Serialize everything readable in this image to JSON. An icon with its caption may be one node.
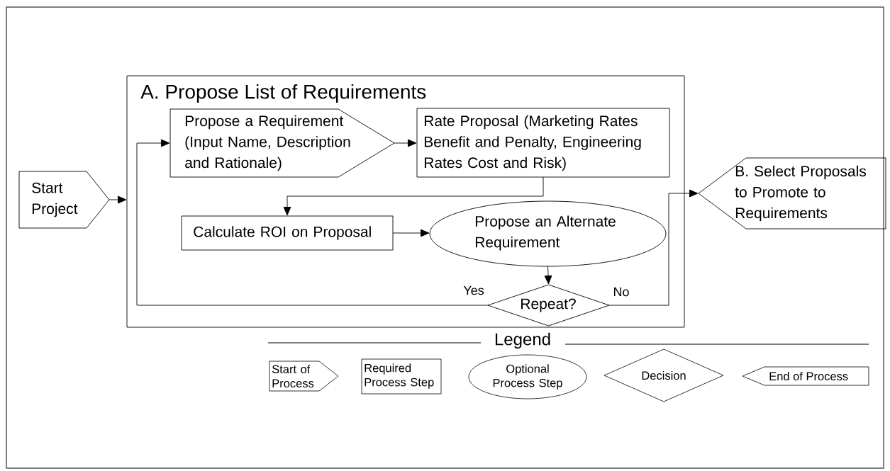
{
  "diagram": {
    "nodes": [
      {
        "text": [
          "Start Project"
        ]
      },
      {
        "text": [
          "A. Propose List of Requirements"
        ]
      },
      {
        "text": [
          "Propose a Requirement (Input Name, Description and Rationale)"
        ],
        "in": 1
      },
      {
        "text": [
          "Rate Proposal (Marketing Rates Benefit and Penalty, Engineering Rates Cost and Risk)"
        ],
        "in": 1
      },
      {
        "text": [
          "Calculate ROI on Proposal"
        ],
        "in": 1
      },
      {
        "text": [
          "Propose an Alternate Requirement"
        ],
        "in": 1
      },
      {
        "text": [
          "Repeat?"
        ],
        "in": 1
      },
      {
        "text": [
          "B. Select Proposals to Promote to Requirements"
        ]
      }
    ],
    "edges": [
      {
        "from": 0,
        "to": 1,
        "arrow": "to"
      },
      {
        "from": 2,
        "to": 3,
        "arrow": "to"
      },
      {
        "from": 3,
        "to": 4,
        "arrow": "to"
      },
      {
        "from": 4,
        "to": 5,
        "arrow": "to"
      },
      {
        "from": 5,
        "to": 6,
        "arrow": "to"
      },
      {
        "from": 6,
        "to": 2,
        "arrow": "to",
        "label": "Yes"
      },
      {
        "from": 6,
        "to": 7,
        "arrow": "to",
        "label": "No"
      }
    ],
    "labels": [
      "Legend"
    ],
    "legend": [
      {
        "text": "Start of Process"
      },
      {
        "text": "Required Process Step"
      },
      {
        "text": "Optional Process Step"
      },
      {
        "text": "Decision"
      },
      {
        "text": "End of Process"
      }
    ]
  }
}
